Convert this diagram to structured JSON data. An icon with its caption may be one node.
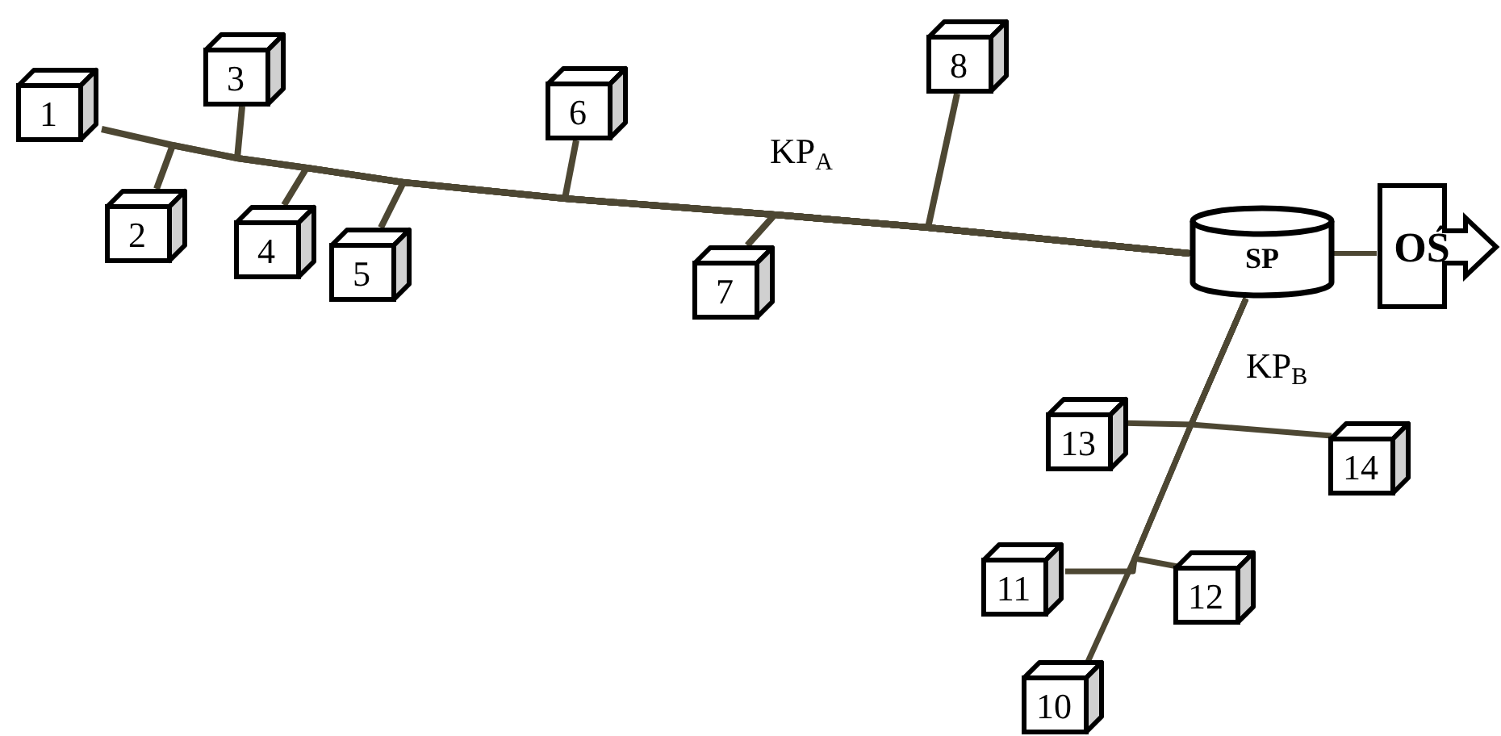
{
  "diagram": {
    "nodes": [
      {
        "text": [
          "1"
        ]
      },
      {
        "text": [
          "2"
        ]
      },
      {
        "text": [
          "3"
        ]
      },
      {
        "text": [
          "4"
        ]
      },
      {
        "text": [
          "5"
        ]
      },
      {
        "text": [
          "6"
        ]
      },
      {
        "text": [
          "7"
        ]
      },
      {
        "text": [
          "8"
        ]
      },
      {
        "text": [
          "10"
        ]
      },
      {
        "text": [
          "11"
        ]
      },
      {
        "text": [
          "12"
        ]
      },
      {
        "text": [
          "13"
        ]
      },
      {
        "text": [
          "14"
        ]
      },
      {
        "text": [
          "SP"
        ]
      },
      {
        "text": [
          "OŚ"
        ]
      }
    ],
    "edges": [
      {
        "from": 0,
        "to": 13,
        "arrow": "none"
      },
      {
        "from": 1,
        "to": 13,
        "arrow": "none"
      },
      {
        "from": 2,
        "to": 13,
        "arrow": "none"
      },
      {
        "from": 3,
        "to": 13,
        "arrow": "none"
      },
      {
        "from": 4,
        "to": 13,
        "arrow": "none"
      },
      {
        "from": 5,
        "to": 13,
        "arrow": "none"
      },
      {
        "from": 6,
        "to": 13,
        "arrow": "none"
      },
      {
        "from": 7,
        "to": 13,
        "arrow": "none"
      },
      {
        "from": 8,
        "to": 13,
        "arrow": "none"
      },
      {
        "from": 9,
        "to": 13,
        "arrow": "none"
      },
      {
        "from": 10,
        "to": 13,
        "arrow": "none"
      },
      {
        "from": 11,
        "to": 13,
        "arrow": "none"
      },
      {
        "from": 12,
        "to": 13,
        "arrow": "none"
      },
      {
        "from": 13,
        "to": 14,
        "arrow": "none"
      }
    ],
    "labels": [
      "KP$_{A}$",
      "KP$_{B}$"
    ]
  }
}
